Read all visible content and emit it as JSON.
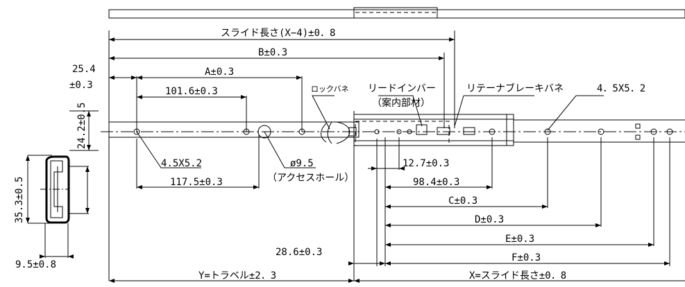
{
  "labels": {
    "slide_length": "スライド長さ(X−4)±0．8",
    "b": "B±0.3",
    "a": "A±0.3",
    "offset_25_4": "25.4",
    "offset_tol": "±0.3",
    "d101_6": "101.6±0.3",
    "lock_spring": "ロックバネ",
    "lead_in_bar": "リードインバー",
    "guide_member": "（案内部材）",
    "retainer_brake_spring": "リテーナブレーキバネ",
    "slot_right": "4．5X5．2",
    "height_24_2": "24.2±0.5",
    "slot_left": "4.5X5.2",
    "access_hole_dia": "ø9.5",
    "access_hole_label": "（アクセスホール）",
    "d117_5": "117.5±0.3",
    "d12_7": "12.7±0.3",
    "d98_4": "98.4±0.3",
    "c": "C±0.3",
    "d": "D±0.3",
    "e": "E±0.3",
    "f": "F±0.3",
    "d28_6": "28.6±0.3",
    "height_35_3": "35.3±0.5",
    "width_9_5": "9.5±0.8",
    "travel": "Y=トラベル±2．3",
    "x_slide": "X=スライド長さ±0．8"
  },
  "colors": {
    "line": "#000000",
    "background": "#ffffff"
  }
}
